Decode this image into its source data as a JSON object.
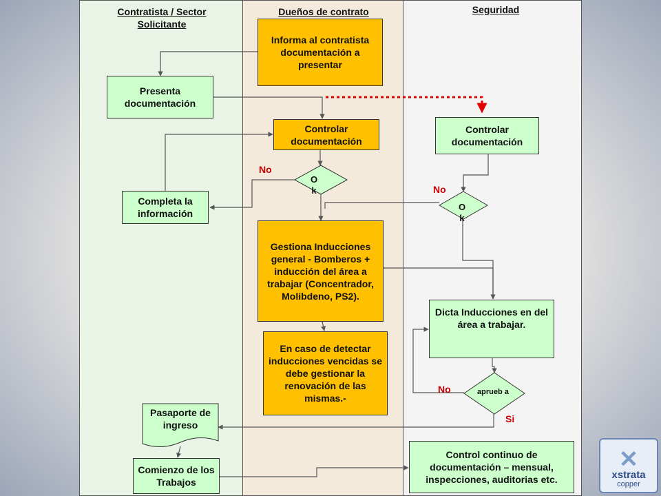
{
  "lanes": {
    "contractor": "Contratista / Sector Solicitante",
    "owners": "Dueños de contrato",
    "security": "Seguridad"
  },
  "boxes": {
    "informa": "Informa al contratista documentación a presentar",
    "presenta": "Presenta documentación",
    "controlar_owner": "Controlar documentación",
    "controlar_security": "Controlar documentación",
    "completa": "Completa la información",
    "gestiona": "Gestiona Inducciones general - Bomberos + inducción del área a trabajar (Concentrador, Molibdeno, PS2).",
    "caso": "En caso de detectar inducciones vencidas se debe gestionar la renovación de las mismas.-",
    "dicta": "Dicta Inducciones en del área a trabajar.",
    "pasaporte": "Pasaporte de ingreso",
    "comienzo": "Comienzo de los Trabajos",
    "control_continuo": "Control continuo de documentación – mensual, inspecciones, auditorias etc."
  },
  "decisions": {
    "ok_owner": "O k",
    "ok_security": "O k",
    "aprueba": "aprueb a"
  },
  "labels": {
    "no_owner": "No",
    "no_security": "No",
    "no_aprueba": "No",
    "si_aprueba": "Si"
  },
  "logo": {
    "word": "xstrata",
    "sub": "copper"
  },
  "colors": {
    "green_box": "#ccffcc",
    "orange_box": "#ffc000",
    "dashed_arrow": "#cc0000"
  }
}
